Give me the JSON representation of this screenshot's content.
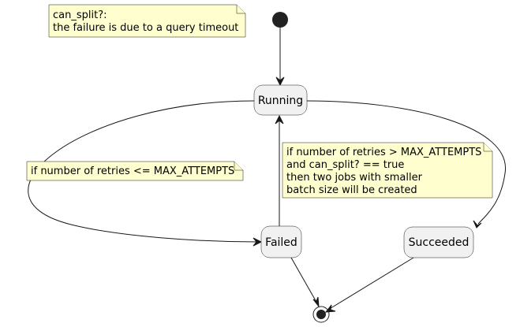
{
  "states": {
    "running": "Running",
    "failed": "Failed",
    "succeeded": "Succeeded"
  },
  "notes": {
    "top": [
      "can_split?:",
      "the failure is due to a query timeout"
    ],
    "retry_loop": [
      "if number of retries <= MAX_ATTEMPTS"
    ],
    "split": [
      "if number of retries > MAX_ATTEMPTS",
      "and can_split? == true",
      "then two jobs with smaller",
      "batch size will be created"
    ]
  },
  "colors": {
    "state_fill": "#f1f1f1",
    "note_fill": "#fefece",
    "line": "#181818"
  }
}
